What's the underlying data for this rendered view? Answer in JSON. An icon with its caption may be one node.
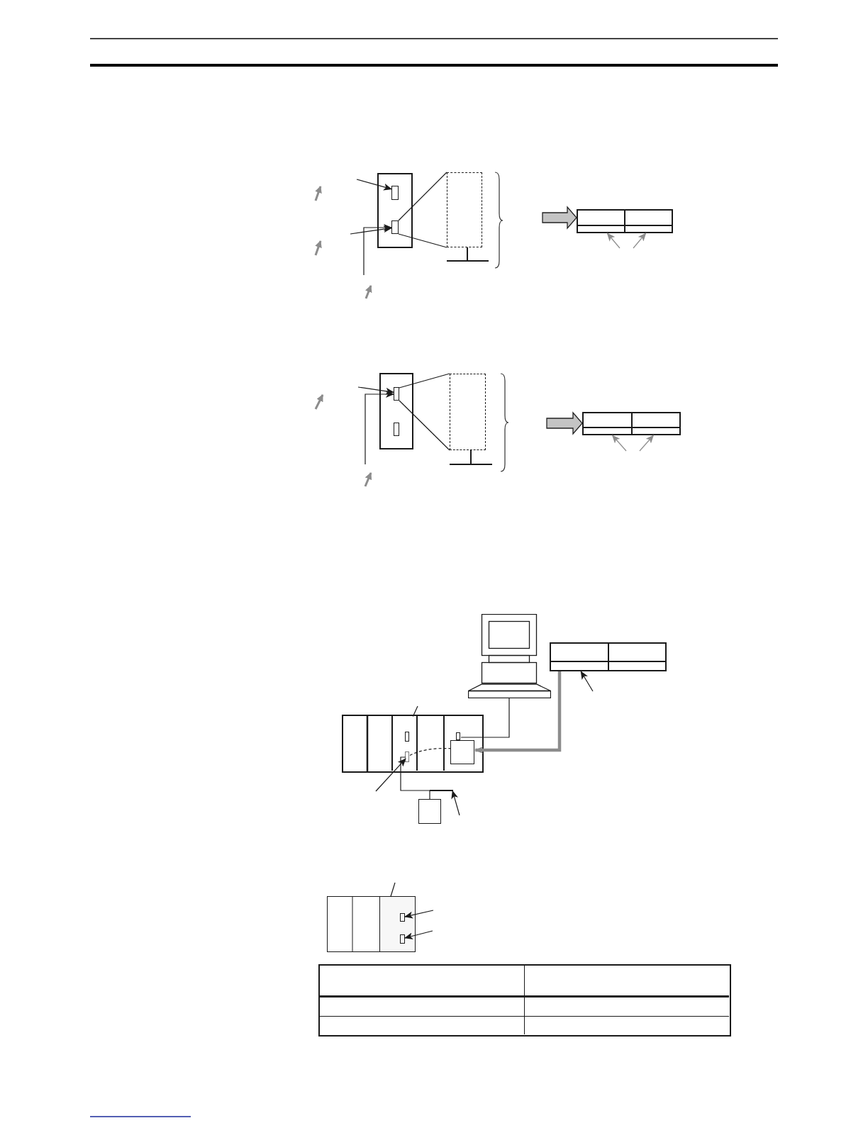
{
  "diagram": {
    "nodes": [
      {
        "text": [],
        "shape": "box"
      },
      {
        "text": [],
        "shape": "box",
        "in": 0
      },
      {
        "text": [],
        "shape": "box",
        "in": 0
      },
      {
        "text": [],
        "shape": "box"
      },
      {
        "text": [],
        "shape": "table"
      },
      {
        "text": [],
        "shape": "box"
      },
      {
        "text": [],
        "shape": "box",
        "in": 5
      },
      {
        "text": [],
        "shape": "box",
        "in": 5
      },
      {
        "text": [],
        "shape": "box"
      },
      {
        "text": [],
        "shape": "table"
      },
      {
        "text": [],
        "shape": "computer"
      },
      {
        "text": [],
        "shape": "table"
      },
      {
        "text": [],
        "shape": "box"
      },
      {
        "text": [],
        "shape": "box",
        "in": 12
      },
      {
        "text": [],
        "shape": "box",
        "in": 13
      },
      {
        "text": [],
        "shape": "box",
        "in": 13
      },
      {
        "text": [],
        "shape": "box",
        "in": 12
      },
      {
        "text": [],
        "shape": "box",
        "in": 16
      },
      {
        "text": [],
        "shape": "box",
        "in": 16
      },
      {
        "text": [],
        "shape": "box"
      },
      {
        "text": [],
        "shape": "box"
      },
      {
        "text": [],
        "shape": "box",
        "in": 20
      },
      {
        "text": [],
        "shape": "box",
        "in": 21
      },
      {
        "text": [],
        "shape": "box",
        "in": 21
      },
      {
        "text": [],
        "shape": "table"
      },
      {
        "text": [],
        "shape": "bar"
      }
    ],
    "edges": [
      {
        "from": null,
        "to": 1,
        "arrow": "to"
      },
      {
        "from": null,
        "to": 2,
        "arrow": "to"
      },
      {
        "from": null,
        "to": 2,
        "arrow": "to"
      },
      {
        "from": 2,
        "to": 3,
        "arrow": "none"
      },
      {
        "from": 2,
        "to": 3,
        "arrow": "none"
      },
      {
        "from": null,
        "to": 4,
        "arrow": "to",
        "style": "thick",
        "color": "#c4c4c4"
      },
      {
        "from": null,
        "to": 4,
        "arrow": "to",
        "color": "#8c8c8c"
      },
      {
        "from": null,
        "to": 4,
        "arrow": "to",
        "color": "#8c8c8c"
      },
      {
        "from": null,
        "to": 6,
        "arrow": "to"
      },
      {
        "from": null,
        "to": 6,
        "arrow": "to"
      },
      {
        "from": 6,
        "to": 8,
        "arrow": "none"
      },
      {
        "from": 6,
        "to": 8,
        "arrow": "none"
      },
      {
        "from": null,
        "to": 9,
        "arrow": "to",
        "style": "thick",
        "color": "#c4c4c4"
      },
      {
        "from": null,
        "to": 9,
        "arrow": "to",
        "color": "#8c8c8c"
      },
      {
        "from": null,
        "to": 9,
        "arrow": "to",
        "color": "#8c8c8c"
      },
      {
        "from": 10,
        "to": 17,
        "arrow": "none"
      },
      {
        "from": null,
        "to": 11,
        "arrow": "to"
      },
      {
        "from": 11,
        "to": 18,
        "arrow": "to",
        "style": "thick",
        "color": "#8c8c8c"
      },
      {
        "from": null,
        "to": 13,
        "arrow": "none"
      },
      {
        "from": null,
        "to": 15,
        "arrow": "to"
      },
      {
        "from": 15,
        "to": 18,
        "arrow": "none",
        "style": "dashed"
      },
      {
        "from": 15,
        "to": 19,
        "arrow": "none"
      },
      {
        "from": null,
        "to": 21,
        "arrow": "none"
      },
      {
        "from": null,
        "to": 22,
        "arrow": "to"
      },
      {
        "from": null,
        "to": 23,
        "arrow": "to"
      },
      {
        "from": null,
        "to": 25,
        "arrow": "to"
      }
    ]
  }
}
